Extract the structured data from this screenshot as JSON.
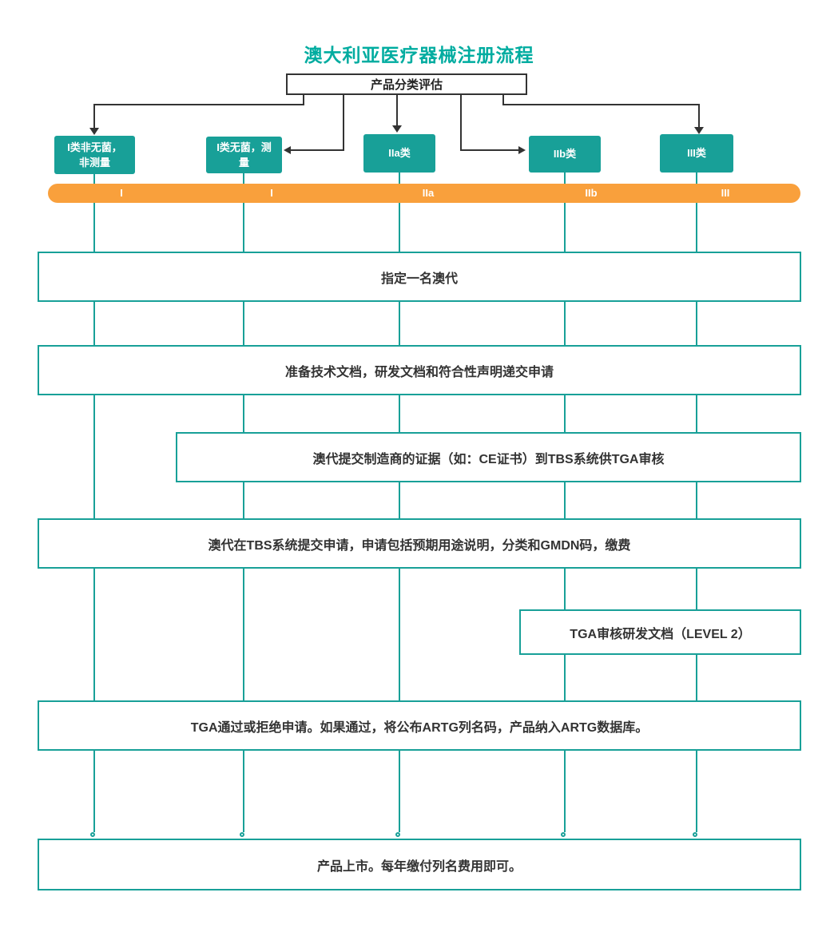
{
  "title": "澳大利亚医疗器械注册流程",
  "root": "产品分类评估",
  "classes": [
    {
      "label": "I类非无菌，非测量"
    },
    {
      "label": "I类无菌，测量"
    },
    {
      "label": "IIa类"
    },
    {
      "label": "IIb类"
    },
    {
      "label": "III类"
    }
  ],
  "tracks": [
    "I",
    "I",
    "IIa",
    "IIb",
    "III"
  ],
  "steps": [
    "指定一名澳代",
    "准备技术文档，研发文档和符合性声明递交申请",
    "澳代提交制造商的证据（如：CE证书）到TBS系统供TGA审核",
    "澳代在TBS系统提交申请，申请包括预期用途说明，分类和GMDN码，缴费",
    "TGA审核研发文档（LEVEL 2）",
    "TGA通过或拒绝申请。如果通过，将公布ARTG列名码，产品纳入ARTG数据库。",
    "产品上市。每年缴付列名费用即可。"
  ],
  "colors": {
    "teal": "#18A098",
    "orange": "#F9A03C",
    "connector": "#333333",
    "title": "#00ACA0"
  }
}
